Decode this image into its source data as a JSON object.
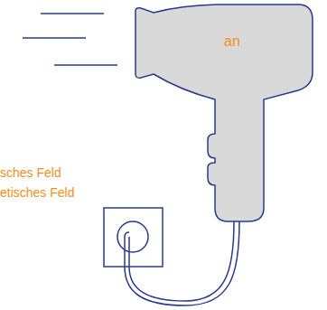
{
  "diagram": {
    "nodes": [
      {
        "text": [
          "an"
        ]
      }
    ],
    "labels": [
      "sches Feld",
      "etisches Feld"
    ]
  }
}
